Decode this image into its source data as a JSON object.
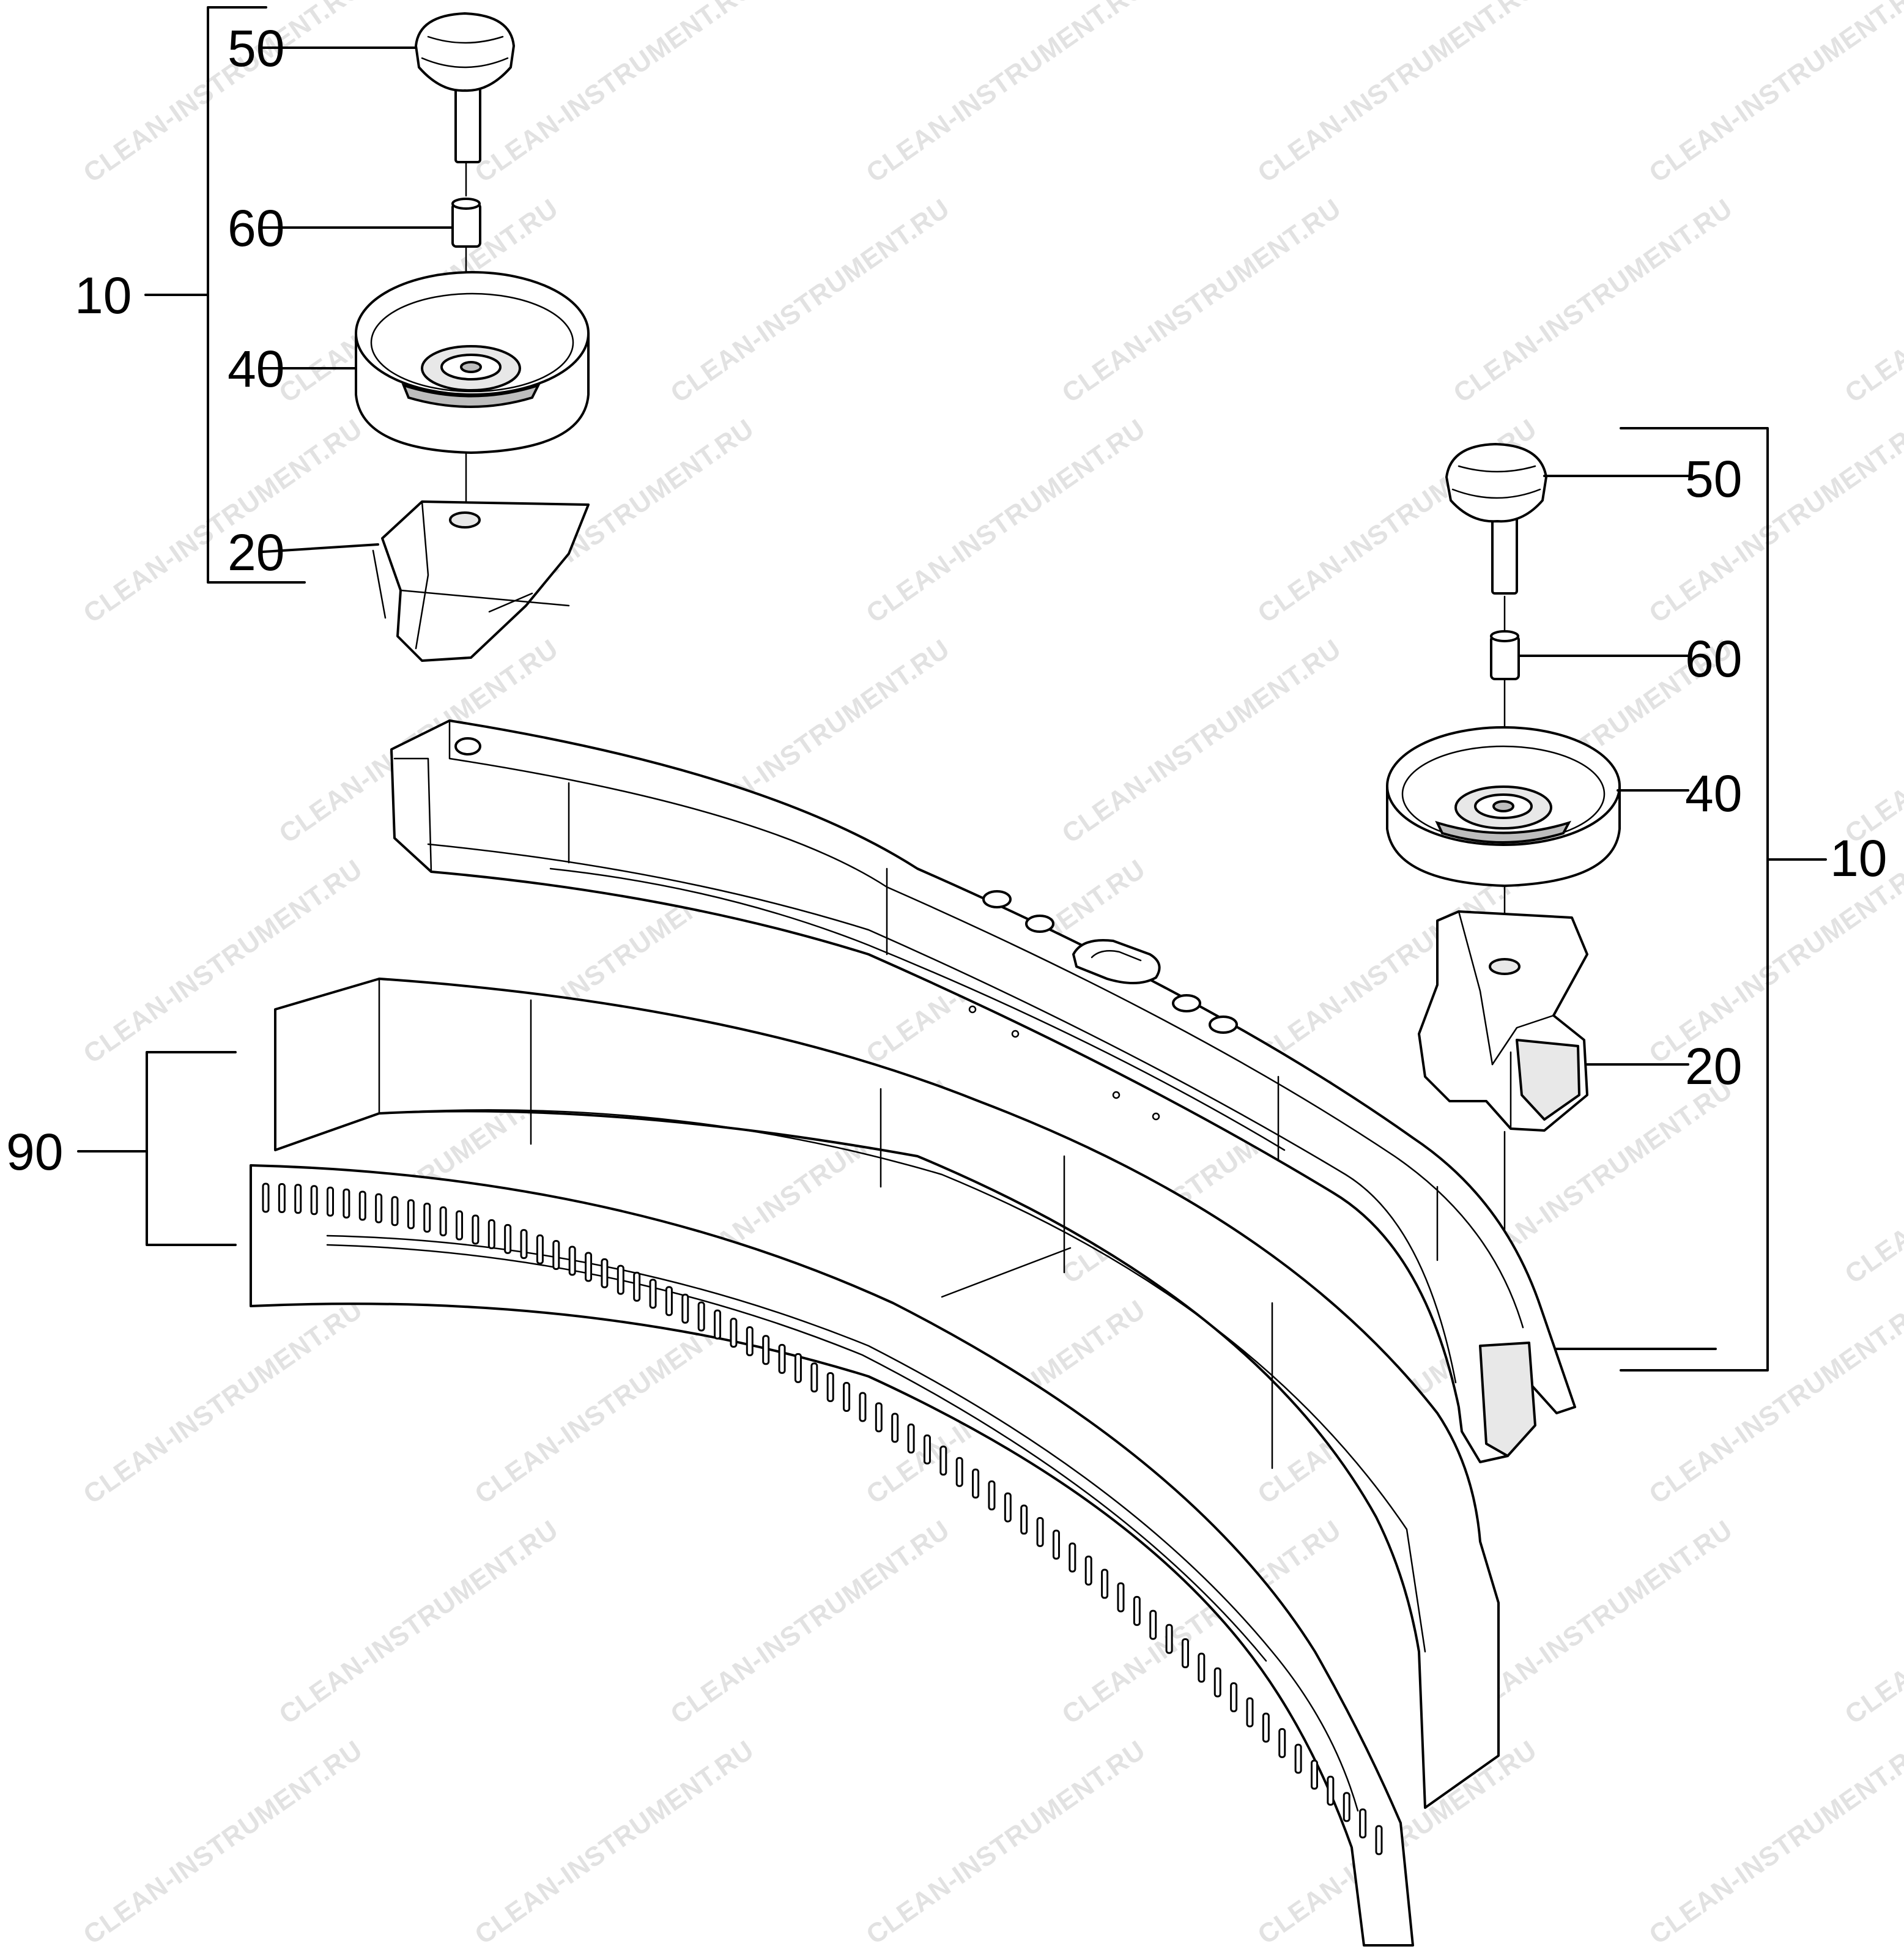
{
  "watermark": "CLEAN-INSTRUMENT.RU",
  "callouts": {
    "left": {
      "p50": "50",
      "p60": "60",
      "p10": "10",
      "p40": "40",
      "p20": "20"
    },
    "right": {
      "p50": "50",
      "p60": "60",
      "p40": "40",
      "p10": "10",
      "p20": "20"
    },
    "p90": "90"
  }
}
